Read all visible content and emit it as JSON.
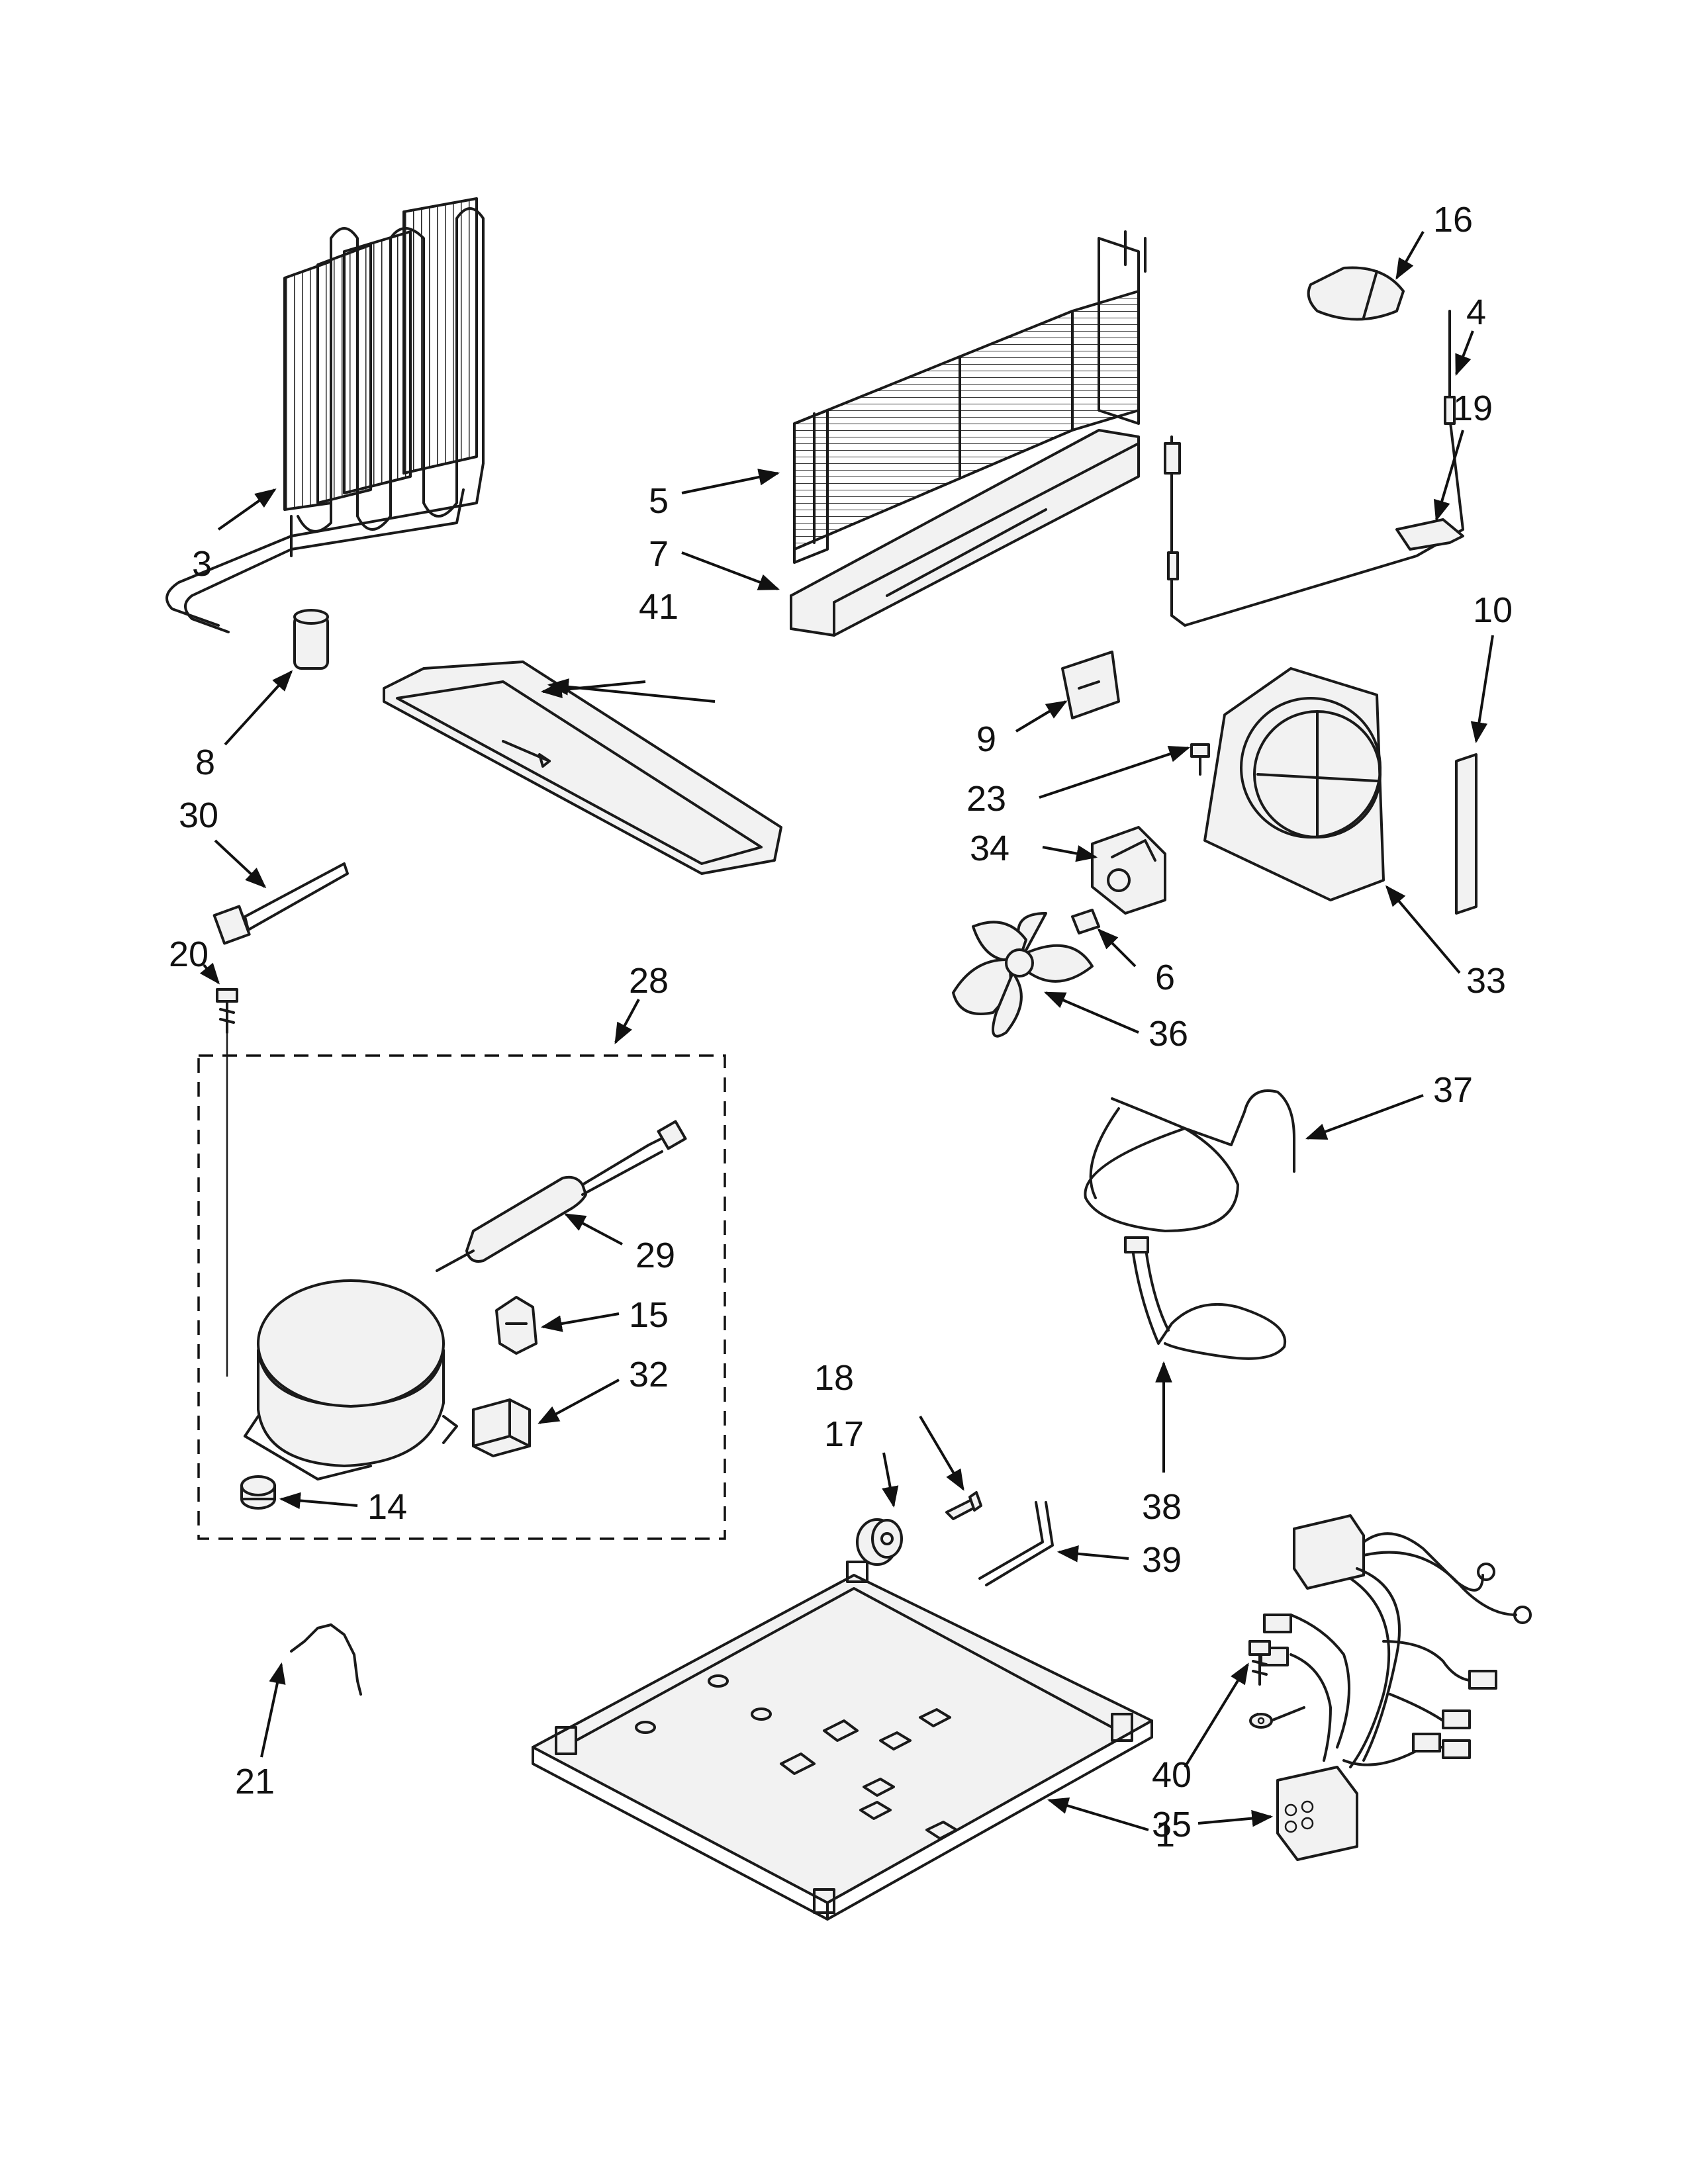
{
  "callouts": [
    {
      "id": "p1",
      "label": "1"
    },
    {
      "id": "p3",
      "label": "3"
    },
    {
      "id": "p4",
      "label": "4"
    },
    {
      "id": "p5",
      "label": "5"
    },
    {
      "id": "p6",
      "label": "6"
    },
    {
      "id": "p7",
      "label": "7"
    },
    {
      "id": "p8",
      "label": "8"
    },
    {
      "id": "p9",
      "label": "9"
    },
    {
      "id": "p10",
      "label": "10"
    },
    {
      "id": "p14",
      "label": "14"
    },
    {
      "id": "p15",
      "label": "15"
    },
    {
      "id": "p16",
      "label": "16"
    },
    {
      "id": "p17",
      "label": "17"
    },
    {
      "id": "p18",
      "label": "18"
    },
    {
      "id": "p19",
      "label": "19"
    },
    {
      "id": "p20",
      "label": "20"
    },
    {
      "id": "p21",
      "label": "21"
    },
    {
      "id": "p23",
      "label": "23"
    },
    {
      "id": "p28",
      "label": "28"
    },
    {
      "id": "p29",
      "label": "29"
    },
    {
      "id": "p30",
      "label": "30"
    },
    {
      "id": "p32",
      "label": "32"
    },
    {
      "id": "p33",
      "label": "33"
    },
    {
      "id": "p34",
      "label": "34"
    },
    {
      "id": "p35",
      "label": "35"
    },
    {
      "id": "p36",
      "label": "36"
    },
    {
      "id": "p37",
      "label": "37"
    },
    {
      "id": "p38",
      "label": "38"
    },
    {
      "id": "p39",
      "label": "39"
    },
    {
      "id": "p40",
      "label": "40"
    },
    {
      "id": "p41",
      "label": "41"
    }
  ]
}
